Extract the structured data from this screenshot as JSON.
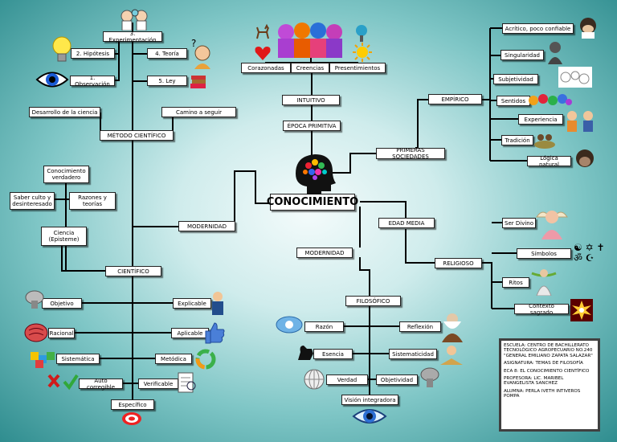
{
  "center": {
    "label": "CONOCIMIENTO"
  },
  "nodes": {
    "metodo_cientifico": "MÉTODO CIENTÍFICO",
    "desarrollo_ciencia": "Desarrollo de la ciencia",
    "camino_seguir": "Camino a seguir",
    "experimentacion": "3. Experimentación",
    "hipotesis": "2. Hipótesis",
    "teoria": "4. Teoría",
    "observacion": "1. Observación",
    "ley": "5. Ley",
    "conocimiento_verdadero": "Conocimiento verdadero",
    "saber_culto": "Saber culto y desinteresado",
    "razones_teorias": "Razones y teorías",
    "ciencia_episteme": "Ciencia (Episteme)",
    "modernidad_left": "MODERNIDAD",
    "cientifico": "CIENTÍFICO",
    "objetivo": "Objetivo",
    "explicable": "Explicable",
    "racional": "Racional",
    "aplicable": "Aplicable",
    "sistematica": "Sistemática",
    "metodica": "Metódica",
    "auto_corregible": "Auto corregible",
    "verificable": "Verificable",
    "especifico": "Específico",
    "corazonadas": "Corazonadas",
    "creencias": "Creencias",
    "presentimientos": "Presentimientos",
    "intuitivo": "INTUITIVO",
    "epoca_primitiva": "ÉPOCA PRIMITIVA",
    "primeras_sociedades": "PRIMERAS SOCIEDADES",
    "empirico": "EMPÍRICO",
    "acritico": "Acrítico, poco confiable",
    "singularidad": "Singularidad",
    "subjetividad": "Subjetividad",
    "sentidos": "Sentidos",
    "experiencia": "Experiencia",
    "tradicion": "Tradición",
    "logica_natural": "Lógica natural",
    "edad_media": "EDAD MEDIA",
    "religioso": "RELIGIOSO",
    "ser_divino": "Ser Divino",
    "simbolos": "Símbolos",
    "ritos": "Ritos",
    "contexto_sagrado": "Contexto sagrado",
    "modernidad_center": "MODERNIDAD",
    "filosofico": "FILOSÓFICO",
    "razon": "Razón",
    "reflexion": "Reflexión",
    "esencia": "Esencia",
    "sistematicidad": "Sistematicidad",
    "verdad": "Verdad",
    "objetividad": "Objetividad",
    "vision_integradora": "Visión integradora"
  },
  "info": {
    "escuela": "ESCUELA: CENTRO DE BACHILLERATO TECNOLÓGICO AGROPECUARIO NO.240 \"GENERAL EMILIANO ZAPATA SALAZAR\"",
    "asignatura": "ASIGNATURA: TEMAS DE FILOSOFÍA",
    "eca": "ECA 8: EL CONOCIMIENTO CIENTÍFICO",
    "profesora": "PROFESORA: LIC. MARIBEL EVANGELISTA SANCHEZ",
    "alumna": "ALUMNA: PERLA IVETH INTIVEROS POMPA"
  },
  "icons": [
    "brain-head-icon",
    "lightbulb-icon",
    "eye-icon",
    "thinking-person-icon",
    "books-icon",
    "scientists-icon",
    "heart-icon",
    "sun-icon",
    "deer-icon",
    "tree-icon",
    "people-crowd-icon",
    "monkey-icon",
    "statue-icon",
    "bubbles-icon",
    "senses-icon",
    "businessmen-icon",
    "tribe-icon",
    "chimp-icon",
    "angel-icon",
    "religious-symbols-icon",
    "praying-figure-icon",
    "explosion-icon",
    "pointing-man-icon",
    "thumbs-up-icon",
    "cycle-icon",
    "checklist-icon",
    "wrong-right-icon",
    "puzzle-icon",
    "mushroom-icon",
    "eye-view-icon",
    "zodiac-icon",
    "thinker-icon",
    "book-reader-icon",
    "dog-icon",
    "globe-icon"
  ]
}
